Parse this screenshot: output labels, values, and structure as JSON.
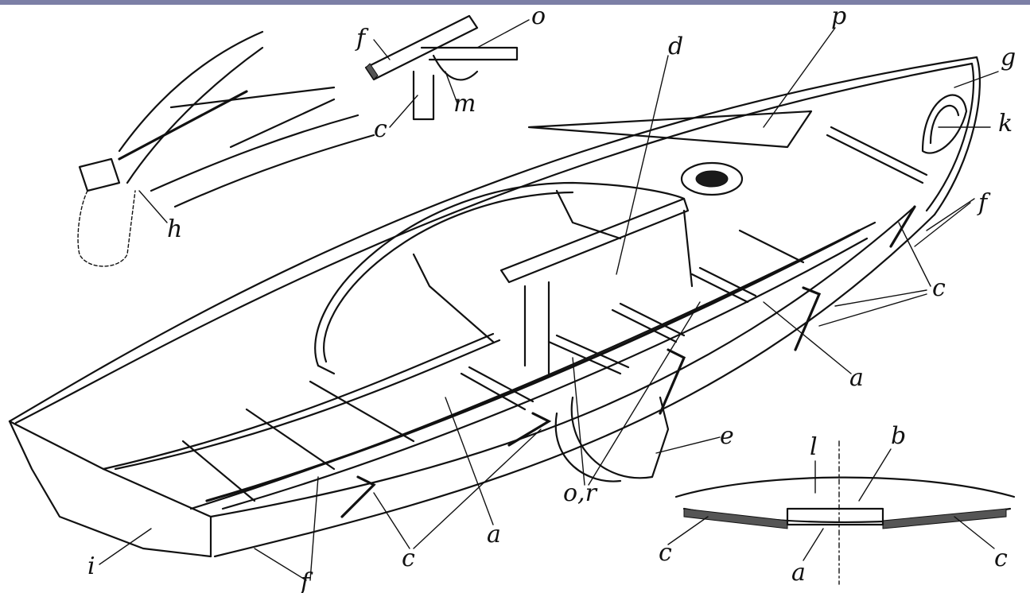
{
  "figure": {
    "labels": {
      "p": "p",
      "g": "g",
      "k": "k",
      "f_right": "f",
      "c_right": "c",
      "a_right": "a",
      "d": "d",
      "e": "e",
      "o_top": "o",
      "f_top": "f",
      "m": "m",
      "c_top": "c",
      "h": "h",
      "or": "o,r",
      "a_bottom": "a",
      "c_bottom": "c",
      "f_bottom": "f",
      "i": "i",
      "l": "l",
      "b": "b",
      "c_section_left": "c",
      "a_section": "a",
      "c_section_right": "c"
    }
  }
}
